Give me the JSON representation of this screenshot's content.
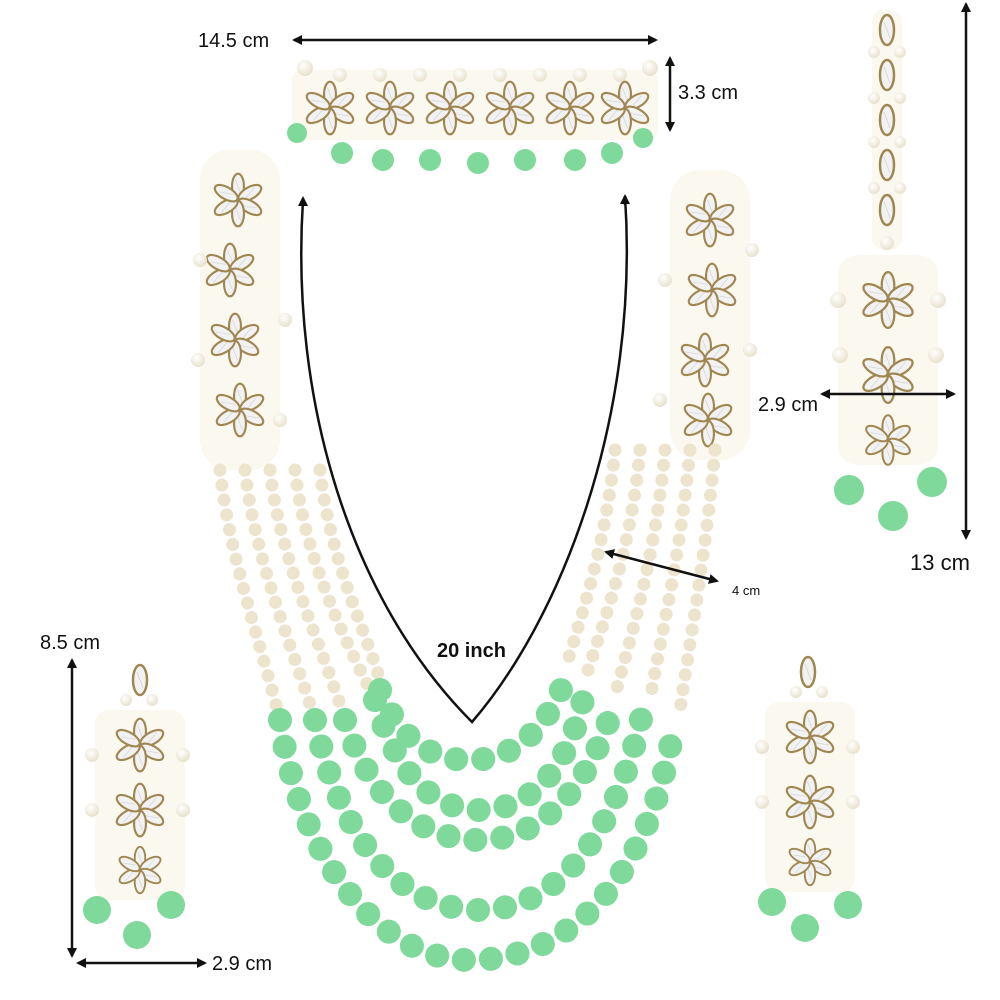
{
  "product": {
    "description": "Kundan necklace set with choker, layered pearl and mint-green bead necklace, maang tikka and earrings",
    "colors": {
      "bead_green": "#7fd99a",
      "pearl": "#f4efe0",
      "gold_setting": "#a08650",
      "stone": "#f2f2f2",
      "annotation": "#111111",
      "background": "#ffffff"
    }
  },
  "dimensions": {
    "choker_width": "14.5 cm",
    "choker_height": "3.3 cm",
    "necklace_length": "20 inch",
    "strand_width": "4 cm",
    "tikka_width": "2.9 cm",
    "tikka_length": "13 cm",
    "earring_length": "8.5 cm",
    "earring_width": "2.9 cm"
  }
}
